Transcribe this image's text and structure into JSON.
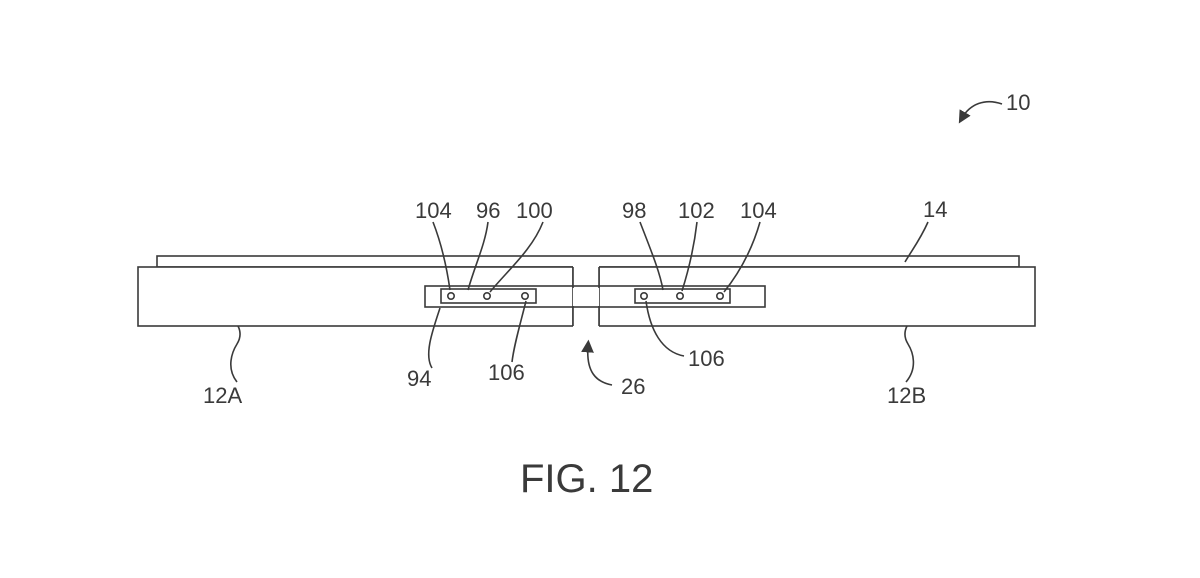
{
  "figure": {
    "caption": "FIG. 12",
    "labels": {
      "l10": "10",
      "l14": "14",
      "l104a": "104",
      "l96": "96",
      "l100": "100",
      "l98": "98",
      "l102": "102",
      "l104b": "104",
      "l94": "94",
      "l106a": "106",
      "l26": "26",
      "l106b": "106",
      "l12A": "12A",
      "l12B": "12B"
    }
  }
}
